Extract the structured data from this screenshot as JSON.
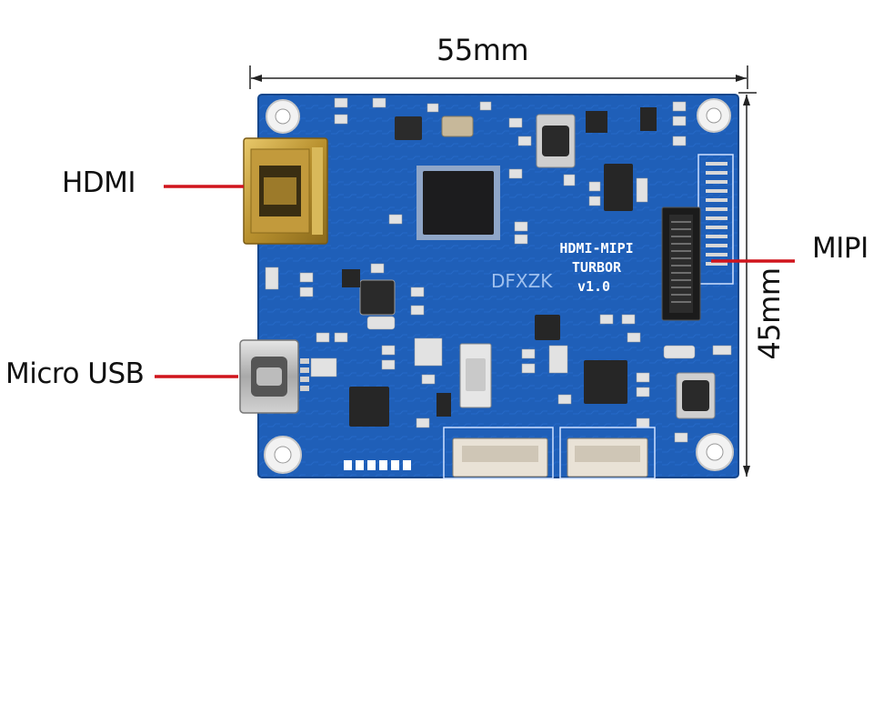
{
  "dimensions": {
    "width_label": "55mm",
    "height_label": "45mm"
  },
  "callouts": {
    "hdmi": "HDMI",
    "mipi": "MIPI",
    "micro_usb": "Micro USB"
  },
  "board": {
    "title_line1": "HDMI-MIPI",
    "title_line2": "TURBOR",
    "version": "v1.0",
    "brand": "DFXZK"
  },
  "colors": {
    "pcb": "#1f5fb8",
    "callout_line": "#d0141c",
    "silkscreen": "#ffffff",
    "hdmi_connector": "#c9a347"
  }
}
